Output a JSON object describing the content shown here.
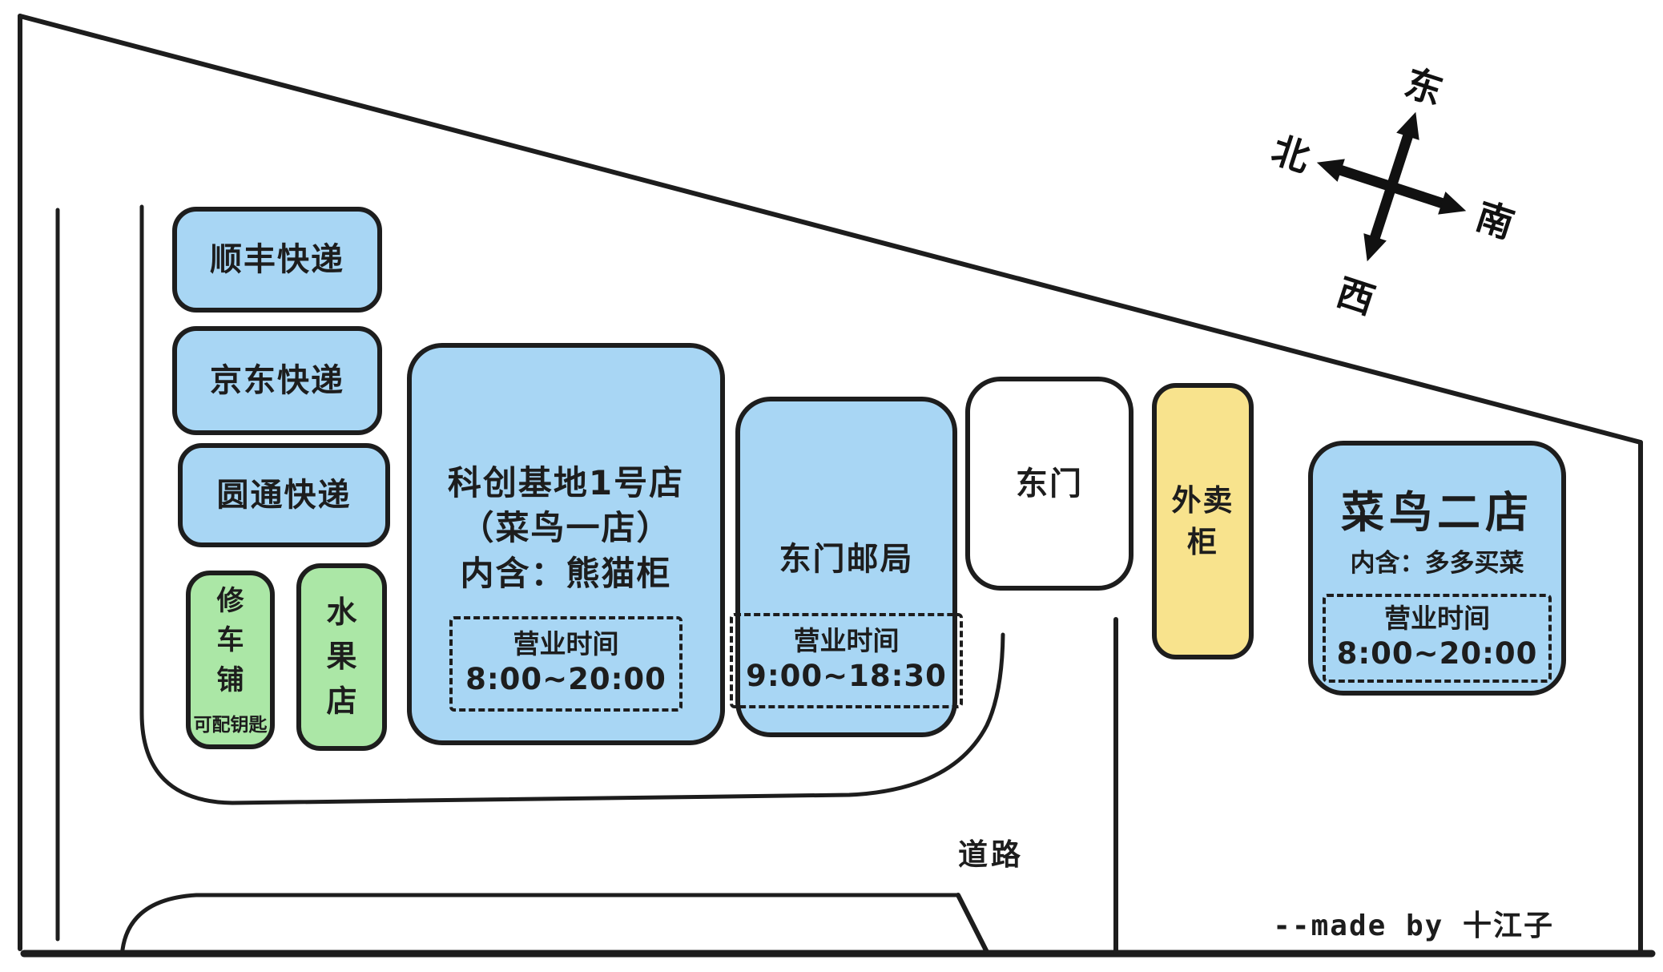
{
  "compass": {
    "east": "东",
    "west": "西",
    "north": "北",
    "south": "南"
  },
  "buildings": {
    "shunfeng": {
      "label": "顺丰快递"
    },
    "jingdong": {
      "label": "京东快递"
    },
    "yuantong": {
      "label": "圆通快递"
    },
    "xiuche": {
      "label": "修车铺",
      "note": "可配钥匙"
    },
    "shuiguo": {
      "label": "水果店"
    },
    "kechuang": {
      "title": "科创基地1号店",
      "subtitle": "（菜鸟一店）",
      "contains": "内含：熊猫柜",
      "hours_label": "营业时间",
      "hours": "8:00~20:00"
    },
    "youju": {
      "title": "东门邮局",
      "hours_label": "营业时间",
      "hours": "9:00~18:30"
    },
    "dongmen": {
      "label": "东门"
    },
    "waimaigui": {
      "label": "外卖柜"
    },
    "cainiao2": {
      "title": "菜鸟二店",
      "contains": "内含：多多买菜",
      "hours_label": "营业时间",
      "hours": "8:00~20:00"
    }
  },
  "road": {
    "label": "道路"
  },
  "credit": "--made by 十江子",
  "colors": {
    "box_blue": "#a8d6f4",
    "box_green": "#abe7a6",
    "box_yellow": "#f8e38d",
    "ink": "#1d1d1d"
  }
}
